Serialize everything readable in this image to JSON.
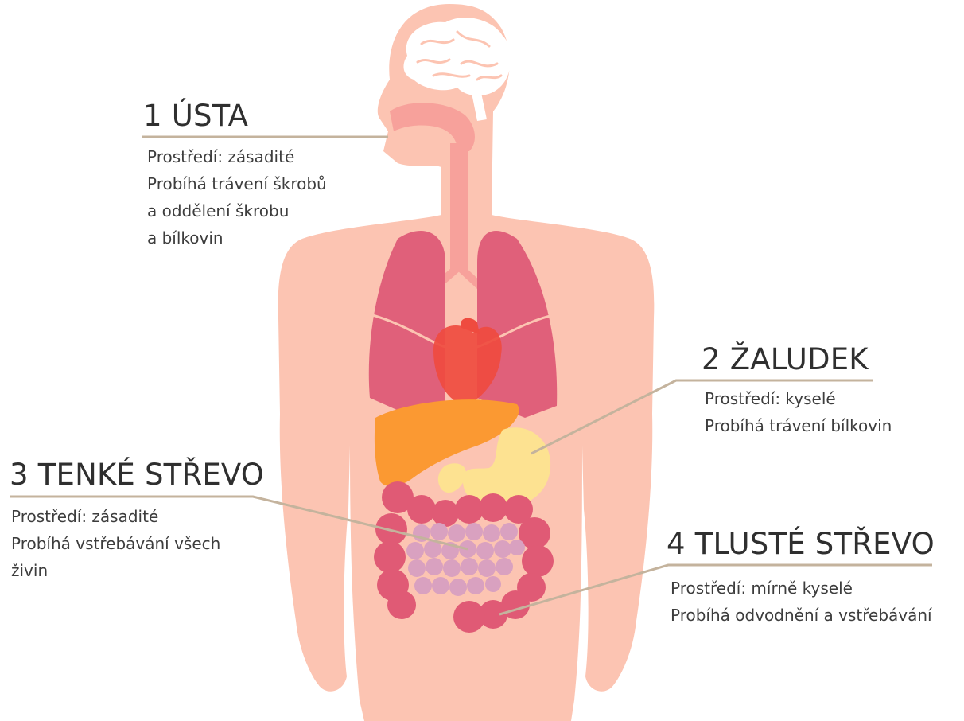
{
  "annotations": [
    {
      "id": "mouth",
      "title": "1 ÚSTA",
      "lines": [
        "Prostředí: zásadité",
        "Probíhá trávení škrobů",
        "a oddělení škrobu",
        "a bílkovin"
      ]
    },
    {
      "id": "stomach",
      "title": "2 ŽALUDEK",
      "lines": [
        "Prostředí: kyselé",
        "Probíhá trávení bílkovin"
      ]
    },
    {
      "id": "small-intestine",
      "title": "3 TENKÉ STŘEVO",
      "lines": [
        "Prostředí: zásadité",
        "Probíhá vstřebávání všech",
        "živin"
      ]
    },
    {
      "id": "large-intestine",
      "title": "4 TLUSTÉ STŘEVO",
      "lines": [
        "Prostředí: mírně kyselé",
        "Probíhá  odvodnění a vstřebávání"
      ]
    }
  ],
  "colors": {
    "body": "#fcc4b2",
    "brain": "#ffffff",
    "airway": "#f7a19b",
    "lungs": "#e0607a",
    "heart": "#ef4b3f",
    "liver": "#fb9932",
    "stomach": "#fde291",
    "small_intestine": "#d9a1c0",
    "large_intestine": "#e05a75",
    "leader_line": "#c4b39d"
  }
}
